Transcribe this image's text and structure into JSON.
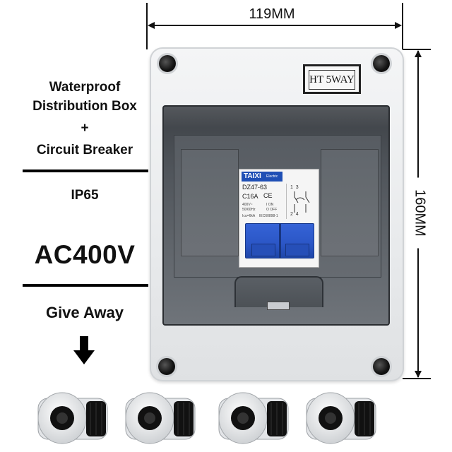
{
  "features": {
    "title_line1": "Waterproof",
    "title_line2": "Distribution Box",
    "plus": "+",
    "title_line3": "Circuit Breaker",
    "rating": "IP65",
    "voltage": "AC400V",
    "bonus": "Give Away"
  },
  "dimensions": {
    "width": "119MM",
    "height": "160MM"
  },
  "box": {
    "label": "HT 5WAY"
  },
  "breaker": {
    "brand": "TAIXI",
    "brand_sub": "Electric",
    "model": "DZ47-63",
    "rating": "C16A",
    "spec_line1": "400V~",
    "spec_line2": "50/60Hz",
    "on_label": "I ON",
    "off_label": "O OFF",
    "icu": "Icu=6kA",
    "standard": "IEC60898-1",
    "terminals_top": "1  3",
    "terminals_bottom": "2  4"
  },
  "accessories": {
    "item": "cable-gland",
    "count": 4
  },
  "colors": {
    "breaker_handle": "#2b56c6",
    "brand_blue": "#1f4fb5",
    "cover_tint": "#4a4f55",
    "box_body": "#eceef0"
  }
}
